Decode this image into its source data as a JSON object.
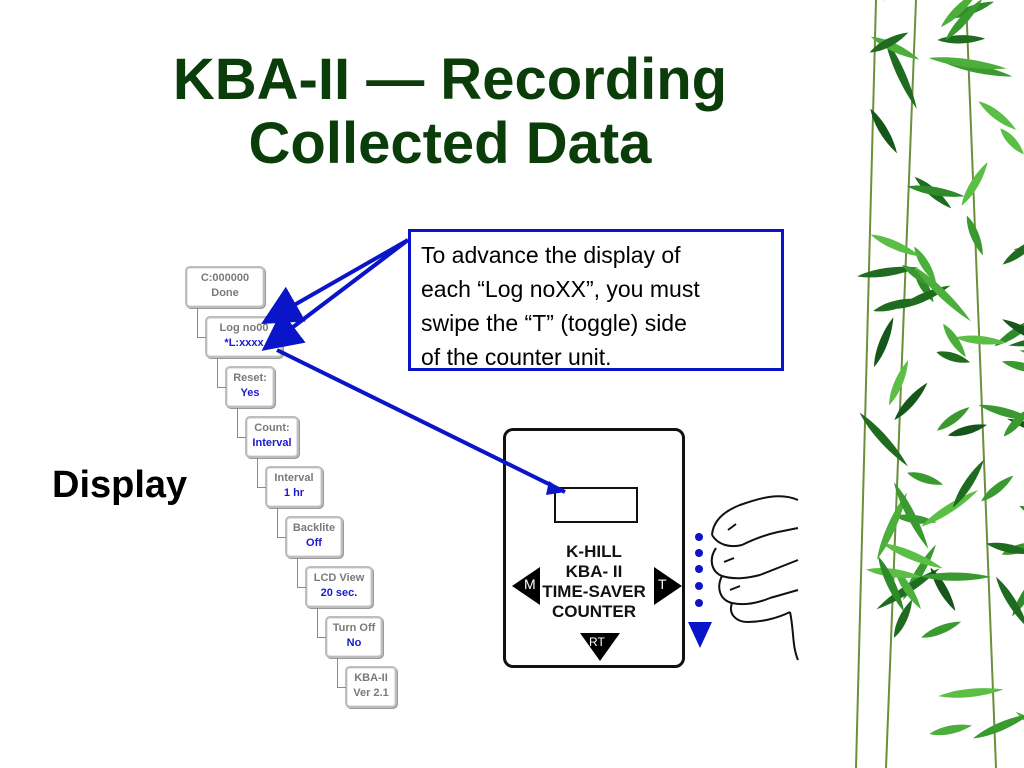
{
  "slide": {
    "title_line1": "KBA-II — Recording",
    "title_line2": "Collected Data",
    "callout_lines": [
      "To advance the display of",
      "each “Log noXX”, you must",
      "swipe the “T” (toggle) side",
      "of the counter unit."
    ],
    "side_label": "Display"
  },
  "menu_items": [
    {
      "line1": "C:000000",
      "line2": "Done",
      "line2_color": "#7a7a7a"
    },
    {
      "line1": "Log no00",
      "line2": "*L:xxxx",
      "line2_color": "#1a1ad0"
    },
    {
      "line1": "Reset:",
      "line2": "Yes",
      "line2_color": "#1a1ad0"
    },
    {
      "line1": "Count:",
      "line2": "Interval",
      "line2_color": "#1a1ad0"
    },
    {
      "line1": "Interval",
      "line2": "1 hr",
      "line2_color": "#1a1ad0"
    },
    {
      "line1": "Backlite",
      "line2": "Off",
      "line2_color": "#1a1ad0"
    },
    {
      "line1": "LCD View",
      "line2": "20 sec.",
      "line2_color": "#1a1ad0"
    },
    {
      "line1": "Turn Off",
      "line2": "No",
      "line2_color": "#1a1ad0"
    },
    {
      "line1": "KBA-II",
      "line2": "Ver 2.1",
      "line2_color": "#7a7a7a"
    }
  ],
  "device": {
    "line1": "K-HILL",
    "line2": "KBA- II",
    "line3": "TIME-SAVER",
    "line4": "COUNTER",
    "btn_m": "M",
    "btn_t": "T",
    "btn_rt": "RT"
  },
  "colors": {
    "title": "#0b3d0b",
    "callout_border": "#0a14c8",
    "arrow": "#0a14c8",
    "menu_value": "#1a1ad0"
  }
}
